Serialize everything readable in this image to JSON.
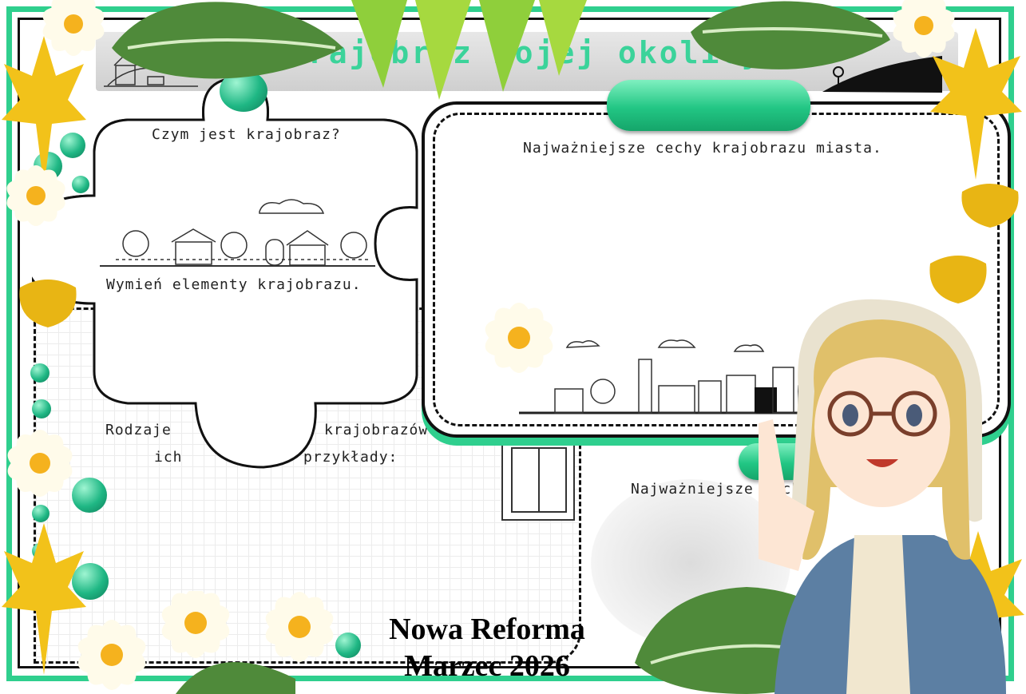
{
  "title": "Krajobraz mojej okolicy.",
  "panels": {
    "what_is": "Czym jest krajobraz?",
    "elements": "Wymień elementy krajobrazu.",
    "city_features": "Najważniejsze cechy krajobrazu miasta.",
    "types_line1_a": "Rodzaje",
    "types_line1_b": "krajobrazów i",
    "types_line2_a": "ich",
    "types_line2_b": "przykłady:",
    "village_features": "Najważniejsze cechy"
  },
  "footer": {
    "line1": "Nowa Reforma",
    "line2": "Marzec 2026"
  },
  "colors": {
    "accent": "#2fcf8e",
    "leaf_yellow": "#f2c21a",
    "monstera": "#4f8a3a"
  }
}
